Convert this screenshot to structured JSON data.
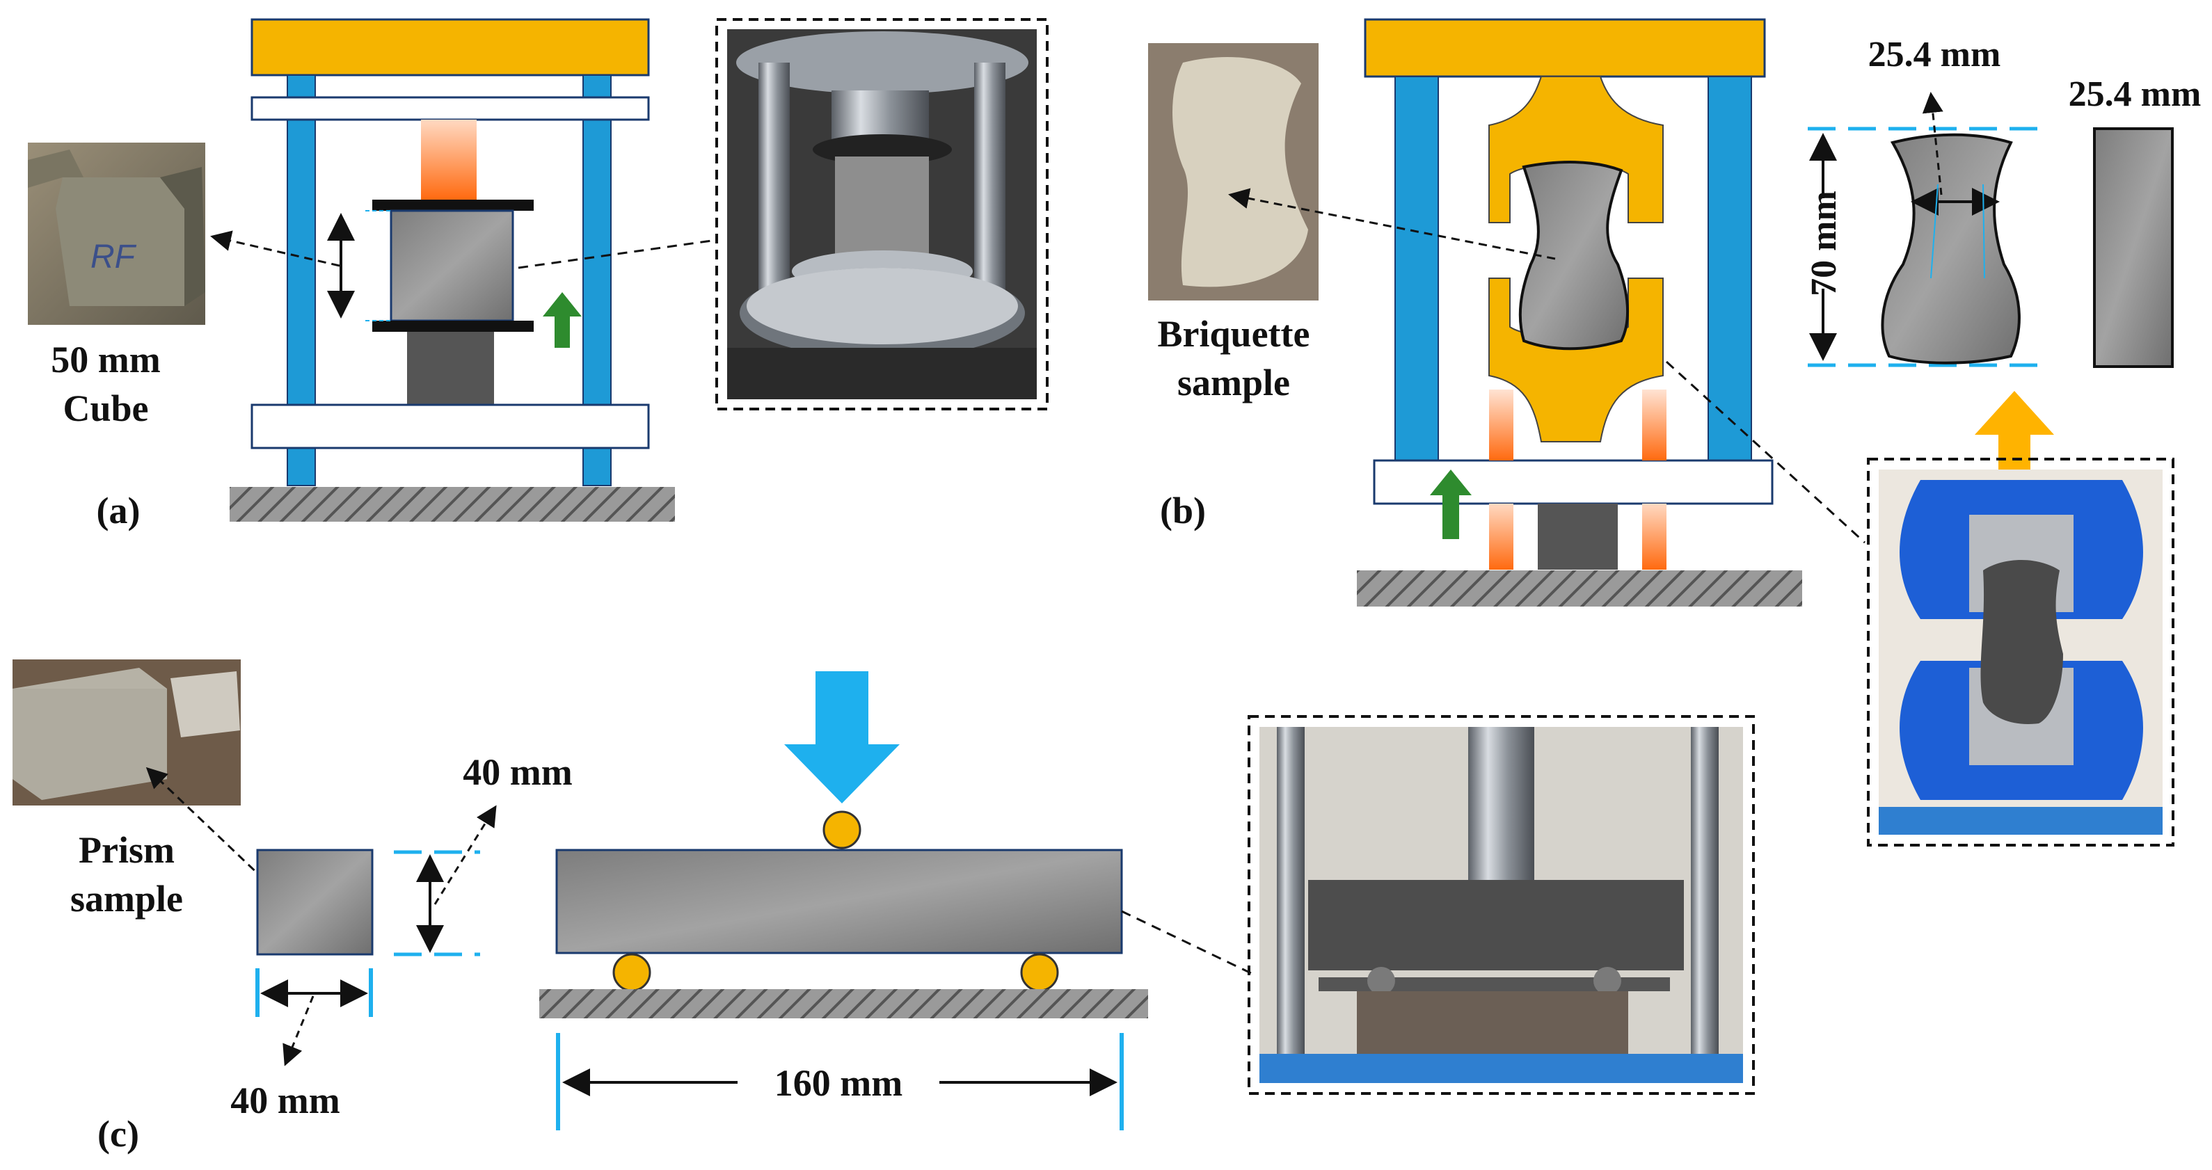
{
  "panels": {
    "a": {
      "label": "(a)",
      "sample_caption_line1": "50 mm",
      "sample_caption_line2": "Cube",
      "photo_text": "RF"
    },
    "b": {
      "label": "(b)",
      "sample_caption_line1": "Briquette",
      "sample_caption_line2": "sample",
      "dim_width": "25.4 mm",
      "dim_thickness": "25.4 mm",
      "dim_length": "70 mm"
    },
    "c": {
      "label": "(c)",
      "sample_caption_line1": "Prism",
      "sample_caption_line2": "sample",
      "dim_height": "40 mm",
      "dim_width": "40 mm",
      "dim_span": "160 mm"
    }
  },
  "colors": {
    "frame_yellow": "#F5B400",
    "column_blue": "#1E9AD6",
    "load_arrow_blue": "#1EB0EE",
    "up_arrow_green": "#2E8B2E",
    "load_arrow_orange": "#FFB300",
    "ram_orange": "#FF7A1A",
    "support_yellow": "#F5B400",
    "dimension_cyan": "#1EB0EE",
    "ground_gray": "#7A7A7A",
    "concrete_gray": "#8A8A8A"
  }
}
